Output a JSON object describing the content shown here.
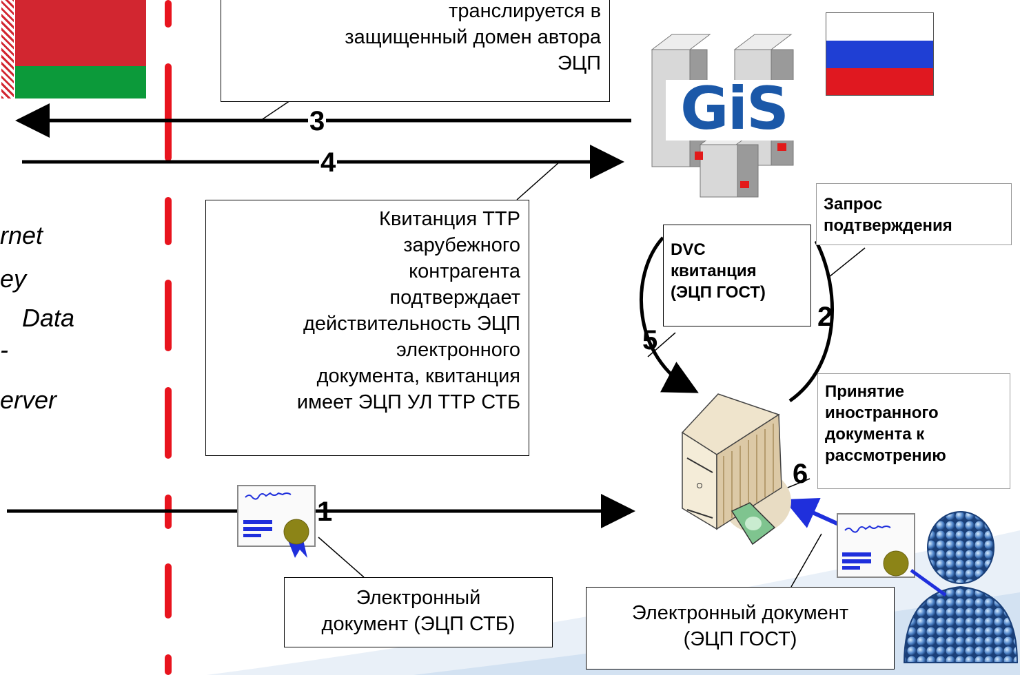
{
  "left_partial_text": [
    "rnet",
    "ey",
    "Data",
    "-",
    "erver"
  ],
  "boxes": {
    "top": [
      "транслируется в",
      "защищенный домен автора",
      "ЭЦП"
    ],
    "receipt": [
      "Квитанция ТТР",
      "зарубежного",
      "контрагента",
      "подтверждает",
      "действительность ЭЦП",
      "электронного",
      "документа, квитанция",
      "имеет ЭЦП УЛ ТТР СТБ"
    ],
    "doc_stb": [
      "Электронный",
      "документ (ЭЦП СТБ)"
    ],
    "doc_gost": [
      "Электронный документ",
      "(ЭЦП ГОСТ)"
    ],
    "dvc": [
      "DVC",
      "квитанция",
      "(ЭЦП ГОСТ)"
    ],
    "request": [
      "Запрос",
      "подтверждения"
    ],
    "accept": [
      "Принятие",
      "иностранного",
      "документа к",
      "рассмотрению"
    ]
  },
  "steps": {
    "s1": "1",
    "s2": "2",
    "s3": "3",
    "s4": "4",
    "s5": "5",
    "s6": "6"
  },
  "server_logo": "GiS",
  "colors": {
    "dash_line": "#e8141e",
    "belarus_red": "#d22630",
    "belarus_green": "#0c9a3a",
    "russia_blue": "#1f3fd4",
    "russia_red": "#e01820",
    "logo_blue": "#1b58a8",
    "arrow_blue": "#1f2fdc"
  }
}
